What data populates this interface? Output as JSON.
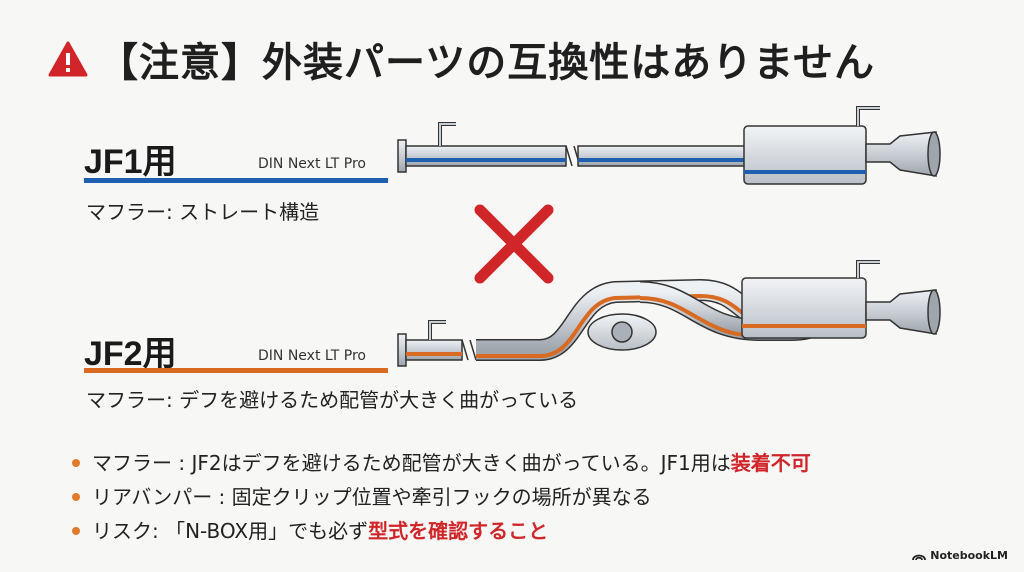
{
  "title": {
    "icon": "warning-triangle-icon",
    "text": "【注意】外装パーツの互換性はありません"
  },
  "jf1": {
    "label": "JF1用",
    "font_note": "DIN Next LT Pro",
    "desc": "マフラー: ストレート構造",
    "accent": "#1f5fb0"
  },
  "jf2": {
    "label": "JF2用",
    "font_note": "DIN Next LT Pro",
    "desc": "マフラー: デフを避けるため配管が大きく曲がっている",
    "accent": "#d86a22"
  },
  "incompatible_icon": "red-x-icon",
  "bullets": [
    {
      "text": "マフラー : JF2はデフを避けるため配管が大きく曲がっている。JF1用は",
      "highlight": "装着不可"
    },
    {
      "text": "リアバンパー : 固定クリップ位置や牽引フックの場所が異なる",
      "highlight": ""
    },
    {
      "text": "リスク: 「N-BOX用」でも必ず",
      "highlight": "型式を確認すること"
    }
  ],
  "brand": "NotebookLM",
  "colors": {
    "warning_red": "#d0262a",
    "bullet_orange": "#e07b2c"
  }
}
